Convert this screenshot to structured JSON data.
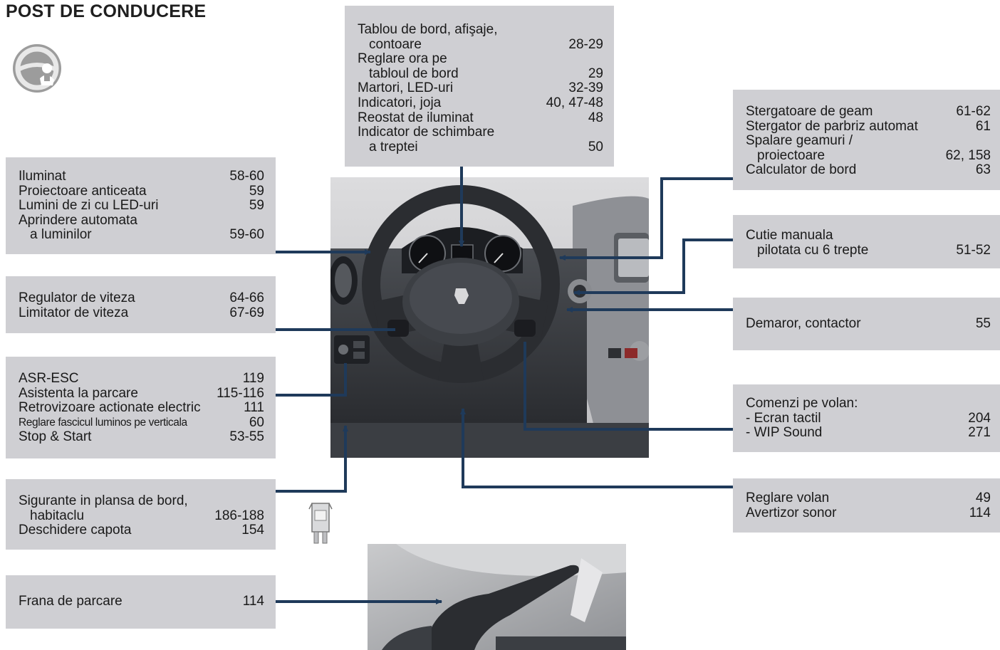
{
  "page": {
    "title": "POST DE CONDUCERE"
  },
  "icons": {
    "section": "steering-wheel-driver-icon",
    "fuse": "fuse-icon"
  },
  "colors": {
    "box_bg": "#cfcfd3",
    "leader_line": "#1f3a5a"
  },
  "boxes": {
    "dashboard": {
      "rows": [
        {
          "label": "Tablou de bord, afişaje,",
          "page": ""
        },
        {
          "label": "contoare",
          "page": "28-29"
        },
        {
          "label": "Reglare ora pe",
          "page": ""
        },
        {
          "label": "tabloul de bord",
          "page": "29"
        },
        {
          "label": "Martori, LED-uri",
          "page": "32-39"
        },
        {
          "label": "Indicatori, joja",
          "page": "40, 47-48"
        },
        {
          "label": "Reostat de iluminat",
          "page": "48"
        },
        {
          "label": "Indicator de schimbare",
          "page": ""
        },
        {
          "label": "a treptei",
          "page": "50"
        }
      ]
    },
    "lighting": {
      "rows": [
        {
          "label": "Iluminat",
          "page": "58-60"
        },
        {
          "label": "Proiectoare anticeata",
          "page": "59"
        },
        {
          "label": "Lumini de zi cu LED-uri",
          "page": "59"
        },
        {
          "label": "Aprindere automata",
          "page": ""
        },
        {
          "label": "a luminilor",
          "page": "59-60"
        }
      ]
    },
    "speed": {
      "rows": [
        {
          "label": "Regulator de viteza",
          "page": "64-66"
        },
        {
          "label": "Limitator de viteza",
          "page": "67-69"
        }
      ]
    },
    "asr": {
      "rows": [
        {
          "label": "ASR-ESC",
          "page": "119"
        },
        {
          "label": "Asistenta la parcare",
          "page": "115-116"
        },
        {
          "label": "Retrovizoare actionate electric",
          "page": "111"
        },
        {
          "label": "Reglare fascicul luminos pe verticala",
          "page": "60"
        },
        {
          "label": "Stop & Start",
          "page": "53-55"
        }
      ]
    },
    "fuses": {
      "rows": [
        {
          "label": "Sigurante in plansa de bord,",
          "page": ""
        },
        {
          "label": "habitaclu",
          "page": "186-188"
        },
        {
          "label": "Deschidere capota",
          "page": "154"
        }
      ]
    },
    "handbrake": {
      "rows": [
        {
          "label": "Frana de parcare",
          "page": "114"
        }
      ]
    },
    "wipers": {
      "rows": [
        {
          "label": "Stergatoare de geam",
          "page": "61-62"
        },
        {
          "label": "Stergator de parbriz automat",
          "page": "61"
        },
        {
          "label": "Spalare geamuri /",
          "page": ""
        },
        {
          "label": "proiectoare",
          "page": "62, 158"
        },
        {
          "label": "Calculator de bord",
          "page": "63"
        }
      ]
    },
    "gearbox": {
      "rows": [
        {
          "label": "Cutie manuala",
          "page": ""
        },
        {
          "label": "pilotata cu 6 trepte",
          "page": "51-52"
        }
      ]
    },
    "starter": {
      "rows": [
        {
          "label": "Demaror, contactor",
          "page": "55"
        }
      ]
    },
    "wheel_controls": {
      "rows": [
        {
          "label": "Comenzi pe volan:",
          "page": ""
        },
        {
          "label": "-  Ecran tactil",
          "page": "204"
        },
        {
          "label": "-  WIP Sound",
          "page": "271"
        }
      ]
    },
    "steering": {
      "rows": [
        {
          "label": "Reglare volan",
          "page": "49"
        },
        {
          "label": "Avertizor sonor",
          "page": "114"
        }
      ]
    }
  }
}
